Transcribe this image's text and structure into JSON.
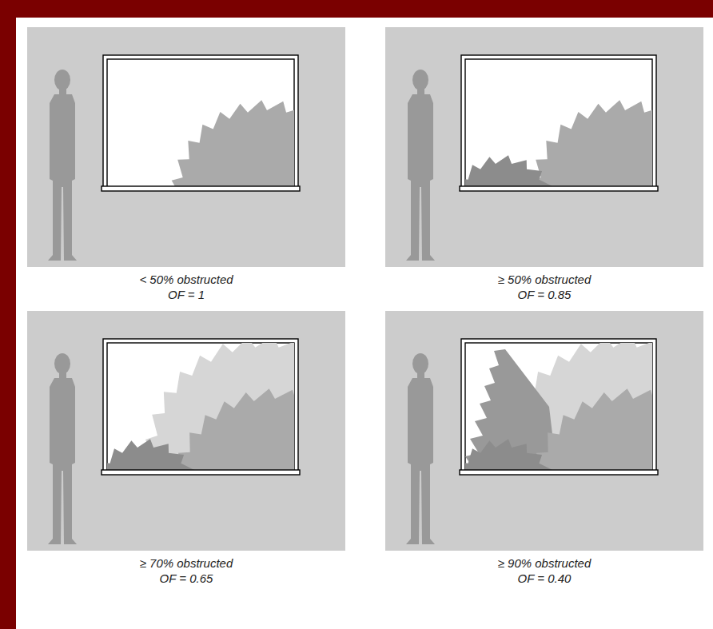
{
  "diagram": {
    "labels": [
      "< 50% obstructed",
      "OF = 1",
      "≥ 50% obstructed",
      "OF = 0.85",
      "≥ 70% obstructed",
      "OF = 0.65",
      "≥ 90% obstructed",
      "OF = 0.40"
    ]
  }
}
